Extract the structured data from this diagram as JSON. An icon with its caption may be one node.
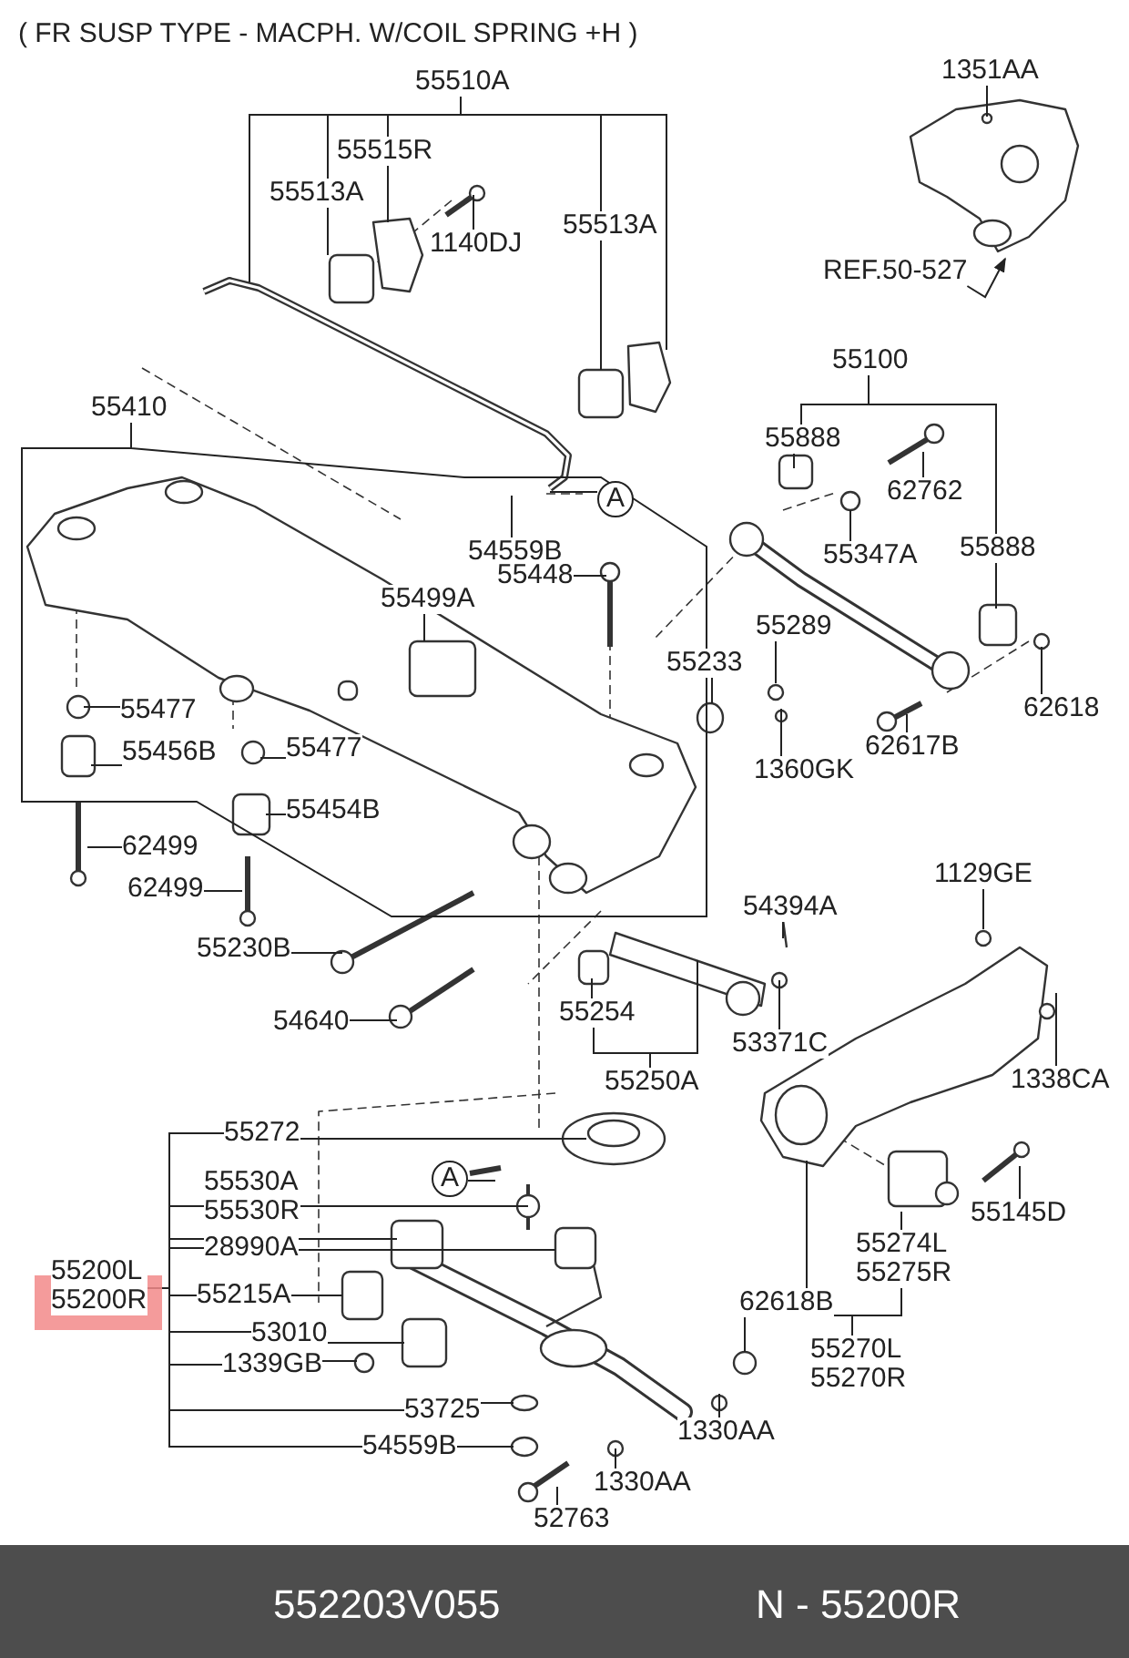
{
  "diagram": {
    "title": "( FR SUSP TYPE - MACPH. W/COIL SPRING +H )",
    "nodes": [
      {
        "text": [
          "55510A"
        ]
      },
      {
        "text": [
          "55515R"
        ]
      },
      {
        "text": [
          "55513A"
        ]
      },
      {
        "text": [
          "1140DJ"
        ]
      },
      {
        "text": [
          "55513A"
        ]
      },
      {
        "text": [
          "1351AA"
        ]
      },
      {
        "text": [
          "REF.50-527"
        ]
      },
      {
        "text": [
          "55410"
        ]
      },
      {
        "text": [
          "55100"
        ]
      },
      {
        "text": [
          "A"
        ]
      },
      {
        "text": [
          "54559B"
        ]
      },
      {
        "text": [
          "55888"
        ]
      },
      {
        "text": [
          "62762"
        ]
      },
      {
        "text": [
          "55347A"
        ]
      },
      {
        "text": [
          "55448"
        ]
      },
      {
        "text": [
          "55888"
        ]
      },
      {
        "text": [
          "55499A"
        ]
      },
      {
        "text": [
          "55289"
        ]
      },
      {
        "text": [
          "55233"
        ]
      },
      {
        "text": [
          "62618"
        ]
      },
      {
        "text": [
          "55477"
        ]
      },
      {
        "text": [
          "1360GK"
        ]
      },
      {
        "text": [
          "62617B"
        ]
      },
      {
        "text": [
          "55456B"
        ]
      },
      {
        "text": [
          "55477"
        ]
      },
      {
        "text": [
          "55454B"
        ]
      },
      {
        "text": [
          "62499"
        ]
      },
      {
        "text": [
          "62499"
        ]
      },
      {
        "text": [
          "1129GE"
        ]
      },
      {
        "text": [
          "54394A"
        ]
      },
      {
        "text": [
          "55230B"
        ]
      },
      {
        "text": [
          "54640"
        ]
      },
      {
        "text": [
          "55254"
        ]
      },
      {
        "text": [
          "53371C"
        ]
      },
      {
        "text": [
          "1338CA"
        ]
      },
      {
        "text": [
          "55250A"
        ]
      },
      {
        "text": [
          "55272"
        ]
      },
      {
        "text": [
          "A"
        ]
      },
      {
        "text": [
          "55530A",
          "55530R"
        ]
      },
      {
        "text": [
          "55200L",
          "55200R"
        ]
      },
      {
        "text": [
          "28990A"
        ]
      },
      {
        "text": [
          "55215A"
        ]
      },
      {
        "text": [
          "55145D"
        ]
      },
      {
        "text": [
          "55274L",
          "55275R"
        ]
      },
      {
        "text": [
          "62618B"
        ]
      },
      {
        "text": [
          "53010"
        ]
      },
      {
        "text": [
          "55270L",
          "55270R"
        ]
      },
      {
        "text": [
          "1339GB"
        ]
      },
      {
        "text": [
          "53725"
        ]
      },
      {
        "text": [
          "54559B"
        ]
      },
      {
        "text": [
          "1330AA"
        ]
      },
      {
        "text": [
          "1330AA"
        ]
      },
      {
        "text": [
          "52763"
        ]
      }
    ],
    "edges": [
      {
        "from": 0,
        "to": null,
        "arrow": "none"
      },
      {
        "from": 0,
        "to": 1,
        "arrow": "none"
      },
      {
        "from": 1,
        "to": null,
        "arrow": "none"
      },
      {
        "from": 0,
        "to": 2,
        "arrow": "none"
      },
      {
        "from": 2,
        "to": null,
        "arrow": "none"
      },
      {
        "from": 0,
        "to": 4,
        "arrow": "none"
      },
      {
        "from": 4,
        "to": null,
        "arrow": "none"
      },
      {
        "from": 0,
        "to": null,
        "arrow": "none"
      },
      {
        "from": 3,
        "to": null,
        "arrow": "none"
      },
      {
        "from": 5,
        "to": null,
        "arrow": "none"
      },
      {
        "from": 6,
        "to": null,
        "arrow": "to"
      },
      {
        "from": 7,
        "to": null,
        "arrow": "none"
      },
      {
        "from": 8,
        "to": 11,
        "arrow": "none"
      },
      {
        "from": 11,
        "to": null,
        "arrow": "none"
      },
      {
        "from": 8,
        "to": 15,
        "arrow": "none"
      },
      {
        "from": 15,
        "to": null,
        "arrow": "none"
      },
      {
        "from": 9,
        "to": null,
        "arrow": "none"
      },
      {
        "from": 10,
        "to": null,
        "arrow": "none"
      },
      {
        "from": 12,
        "to": null,
        "arrow": "none"
      },
      {
        "from": 13,
        "to": null,
        "arrow": "none"
      },
      {
        "from": 14,
        "to": null,
        "arrow": "none"
      },
      {
        "from": 16,
        "to": null,
        "arrow": "none"
      },
      {
        "from": 17,
        "to": null,
        "arrow": "none"
      },
      {
        "from": 18,
        "to": null,
        "arrow": "none"
      },
      {
        "from": 19,
        "to": null,
        "arrow": "none"
      },
      {
        "from": 20,
        "to": null,
        "arrow": "none"
      },
      {
        "from": 21,
        "to": null,
        "arrow": "none"
      },
      {
        "from": 22,
        "to": null,
        "arrow": "none"
      },
      {
        "from": 23,
        "to": null,
        "arrow": "none"
      },
      {
        "from": 24,
        "to": null,
        "arrow": "none"
      },
      {
        "from": 25,
        "to": null,
        "arrow": "none"
      },
      {
        "from": 26,
        "to": null,
        "arrow": "none"
      },
      {
        "from": 27,
        "to": null,
        "arrow": "none"
      },
      {
        "from": 28,
        "to": null,
        "arrow": "none"
      },
      {
        "from": 29,
        "to": null,
        "arrow": "none"
      },
      {
        "from": 30,
        "to": null,
        "arrow": "none"
      },
      {
        "from": 31,
        "to": null,
        "arrow": "none"
      },
      {
        "from": 32,
        "to": null,
        "arrow": "none"
      },
      {
        "from": 33,
        "to": null,
        "arrow": "none"
      },
      {
        "from": 34,
        "to": null,
        "arrow": "none"
      },
      {
        "from": 35,
        "to": 32,
        "arrow": "none"
      },
      {
        "from": 35,
        "to": null,
        "arrow": "none"
      },
      {
        "from": 36,
        "to": null,
        "arrow": "none"
      },
      {
        "from": 37,
        "to": null,
        "arrow": "none"
      },
      {
        "from": 38,
        "to": null,
        "arrow": "none"
      },
      {
        "from": 39,
        "to": 36,
        "arrow": "none"
      },
      {
        "from": 39,
        "to": 38,
        "arrow": "none"
      },
      {
        "from": 39,
        "to": null,
        "arrow": "none"
      },
      {
        "from": 39,
        "to": 40,
        "arrow": "none"
      },
      {
        "from": 39,
        "to": 41,
        "arrow": "none"
      },
      {
        "from": 39,
        "to": 45,
        "arrow": "none"
      },
      {
        "from": 39,
        "to": 47,
        "arrow": "none"
      },
      {
        "from": 39,
        "to": 48,
        "arrow": "none"
      },
      {
        "from": 39,
        "to": 49,
        "arrow": "none"
      },
      {
        "from": 40,
        "to": null,
        "arrow": "none"
      },
      {
        "from": 41,
        "to": null,
        "arrow": "none"
      },
      {
        "from": 45,
        "to": null,
        "arrow": "none"
      },
      {
        "from": 47,
        "to": null,
        "arrow": "none"
      },
      {
        "from": 48,
        "to": null,
        "arrow": "none"
      },
      {
        "from": 49,
        "to": null,
        "arrow": "none"
      },
      {
        "from": 42,
        "to": null,
        "arrow": "none"
      },
      {
        "from": 43,
        "to": null,
        "arrow": "none"
      },
      {
        "from": 46,
        "to": null,
        "arrow": "none"
      },
      {
        "from": 46,
        "to": 43,
        "arrow": "none"
      },
      {
        "from": 44,
        "to": null,
        "arrow": "none"
      },
      {
        "from": 50,
        "to": null,
        "arrow": "none"
      },
      {
        "from": 51,
        "to": null,
        "arrow": "none"
      },
      {
        "from": 52,
        "to": null,
        "arrow": "none"
      }
    ],
    "labels": [
      "552203V055",
      "N - 55200R"
    ]
  }
}
